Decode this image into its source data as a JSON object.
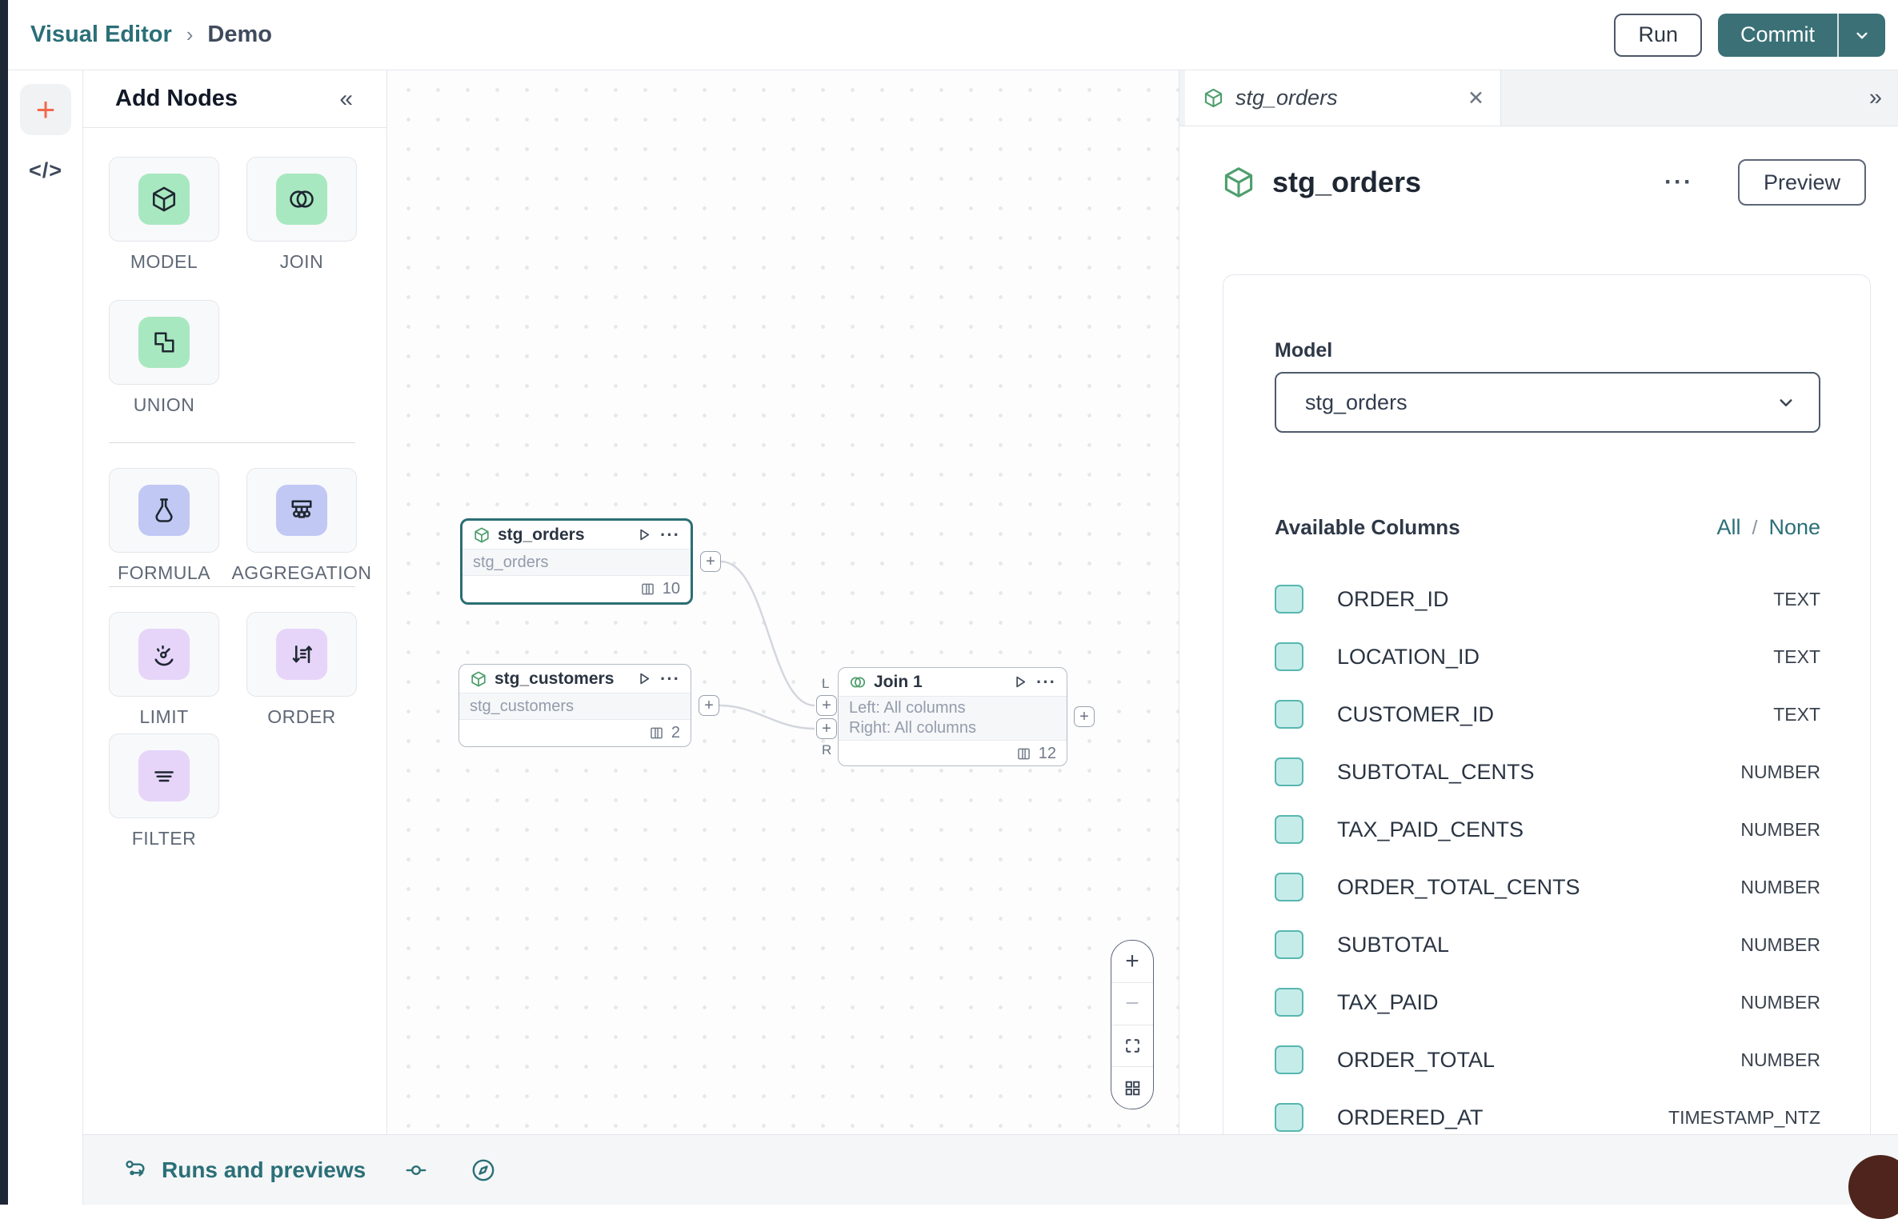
{
  "header": {
    "breadcrumb": {
      "section": "Visual Editor",
      "separator": "›",
      "page": "Demo"
    },
    "run_label": "Run",
    "commit_label": "Commit"
  },
  "left_rail": {
    "add_icon": "+",
    "code_icon": "</>"
  },
  "palette": {
    "title": "Add Nodes",
    "collapse_icon": "«",
    "tiles": [
      {
        "label": "MODEL",
        "icon": "cube-icon",
        "tint": "#a8e8c0"
      },
      {
        "label": "JOIN",
        "icon": "join-circles-icon",
        "tint": "#a8e8c0"
      },
      {
        "label": "UNION",
        "icon": "union-shapes-icon",
        "tint": "#a8e8c0"
      },
      {
        "label": "FORMULA",
        "icon": "flask-icon",
        "tint": "#c1c8f4"
      },
      {
        "label": "AGGREGATION",
        "icon": "hierarchy-icon",
        "tint": "#c1c8f4"
      },
      {
        "label": "LIMIT",
        "icon": "gauge-icon",
        "tint": "#e6d5f9"
      },
      {
        "label": "ORDER",
        "icon": "sort-icon",
        "tint": "#e6d5f9"
      },
      {
        "label": "FILTER",
        "icon": "filter-icon",
        "tint": "#e6d5f9"
      }
    ]
  },
  "canvas": {
    "nodes": [
      {
        "title": "stg_orders",
        "subtitle": "stg_orders",
        "column_count": "10"
      },
      {
        "title": "stg_customers",
        "subtitle": "stg_customers",
        "column_count": "2"
      },
      {
        "title": "Join 1",
        "left_line": "Left: All columns",
        "right_line": "Right: All columns",
        "column_count": "12",
        "port_left": "L",
        "port_right": "R"
      }
    ],
    "zoom_controls": {
      "zoom_in": "+",
      "zoom_out": "−"
    },
    "plus_handle": "+"
  },
  "right_panel": {
    "tab": {
      "label": "stg_orders",
      "close_icon": "✕"
    },
    "expand_icon": "»",
    "title": "stg_orders",
    "menu_icon": "···",
    "preview_label": "Preview",
    "model_label": "Model",
    "model_value": "stg_orders",
    "columns_title": "Available Columns",
    "select_all_label": "All",
    "select_separator": "/",
    "select_none_label": "None",
    "columns": [
      {
        "name": "ORDER_ID",
        "type": "TEXT"
      },
      {
        "name": "LOCATION_ID",
        "type": "TEXT"
      },
      {
        "name": "CUSTOMER_ID",
        "type": "TEXT"
      },
      {
        "name": "SUBTOTAL_CENTS",
        "type": "NUMBER"
      },
      {
        "name": "TAX_PAID_CENTS",
        "type": "NUMBER"
      },
      {
        "name": "ORDER_TOTAL_CENTS",
        "type": "NUMBER"
      },
      {
        "name": "SUBTOTAL",
        "type": "NUMBER"
      },
      {
        "name": "TAX_PAID",
        "type": "NUMBER"
      },
      {
        "name": "ORDER_TOTAL",
        "type": "NUMBER"
      },
      {
        "name": "ORDERED_AT",
        "type": "TIMESTAMP_NTZ"
      }
    ]
  },
  "bottom_bar": {
    "runs_label": "Runs and previews"
  },
  "colors": {
    "teal_text": "#2b6f78",
    "commit_teal": "#3a7076",
    "node_green": "#4f9f6e",
    "mint_tile": "#a8e8c0",
    "periwinkle_tile": "#c1c8f4",
    "lavender_tile": "#e6d5f9",
    "checkbox_fill": "#c6ece9",
    "checkbox_border": "#57b7b0",
    "accent_orange": "#f2684c",
    "selected_node_border": "#2c6e74",
    "dark_rail": "#1e2736"
  }
}
